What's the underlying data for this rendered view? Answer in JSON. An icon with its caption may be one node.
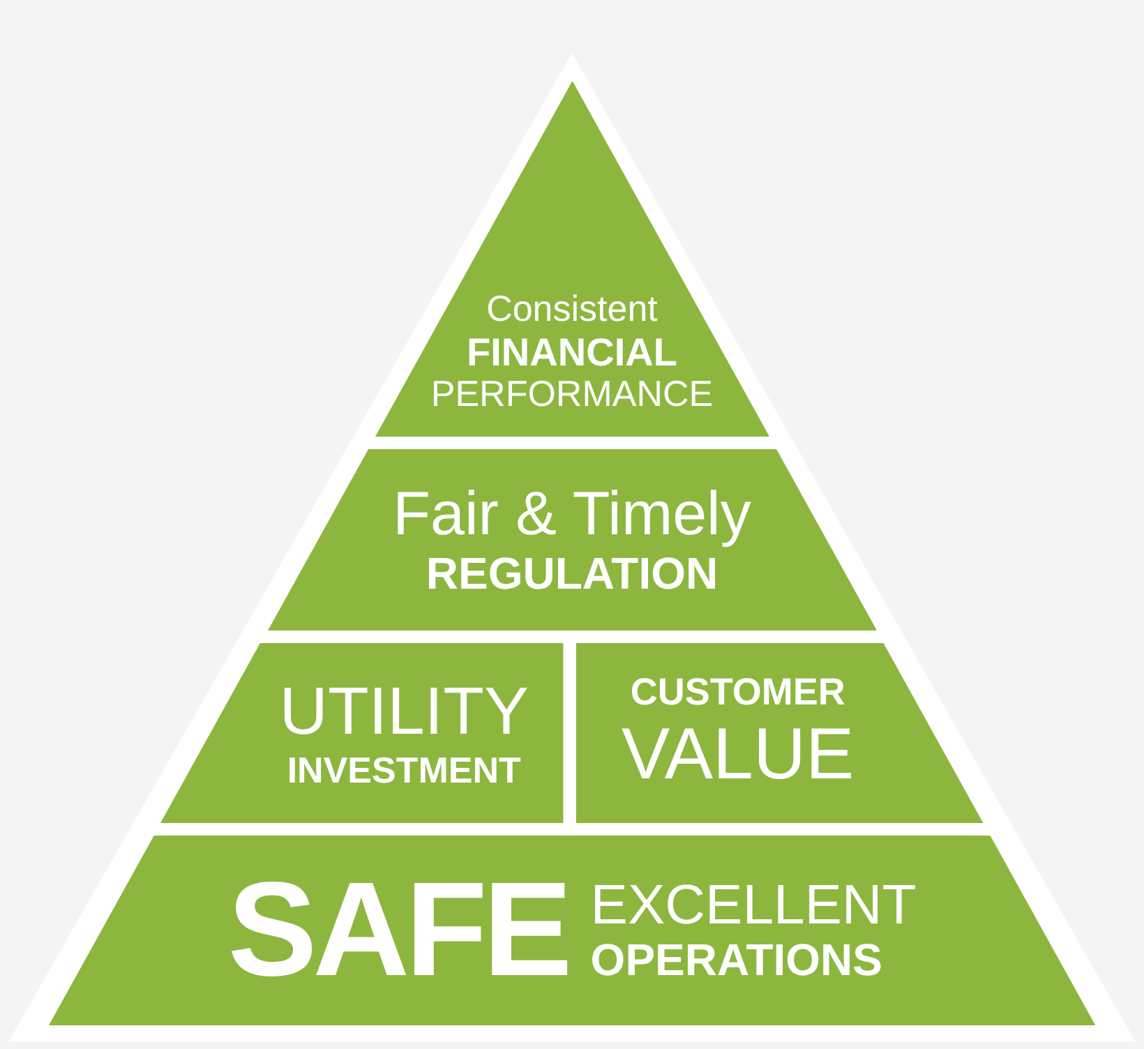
{
  "diagram": {
    "nodes": [
      {
        "text": [
          "Consistent **FINANCIAL** PERFORMANCE"
        ]
      },
      {
        "text": [
          "Fair & Timely **REGULATION**"
        ]
      },
      {
        "text": [
          "UTILITY **INVESTMENT**"
        ]
      },
      {
        "text": [
          "**CUSTOMER** VALUE"
        ]
      },
      {
        "text": [
          "SAFE",
          "EXCELLENT **OPERATIONS**"
        ]
      }
    ]
  }
}
